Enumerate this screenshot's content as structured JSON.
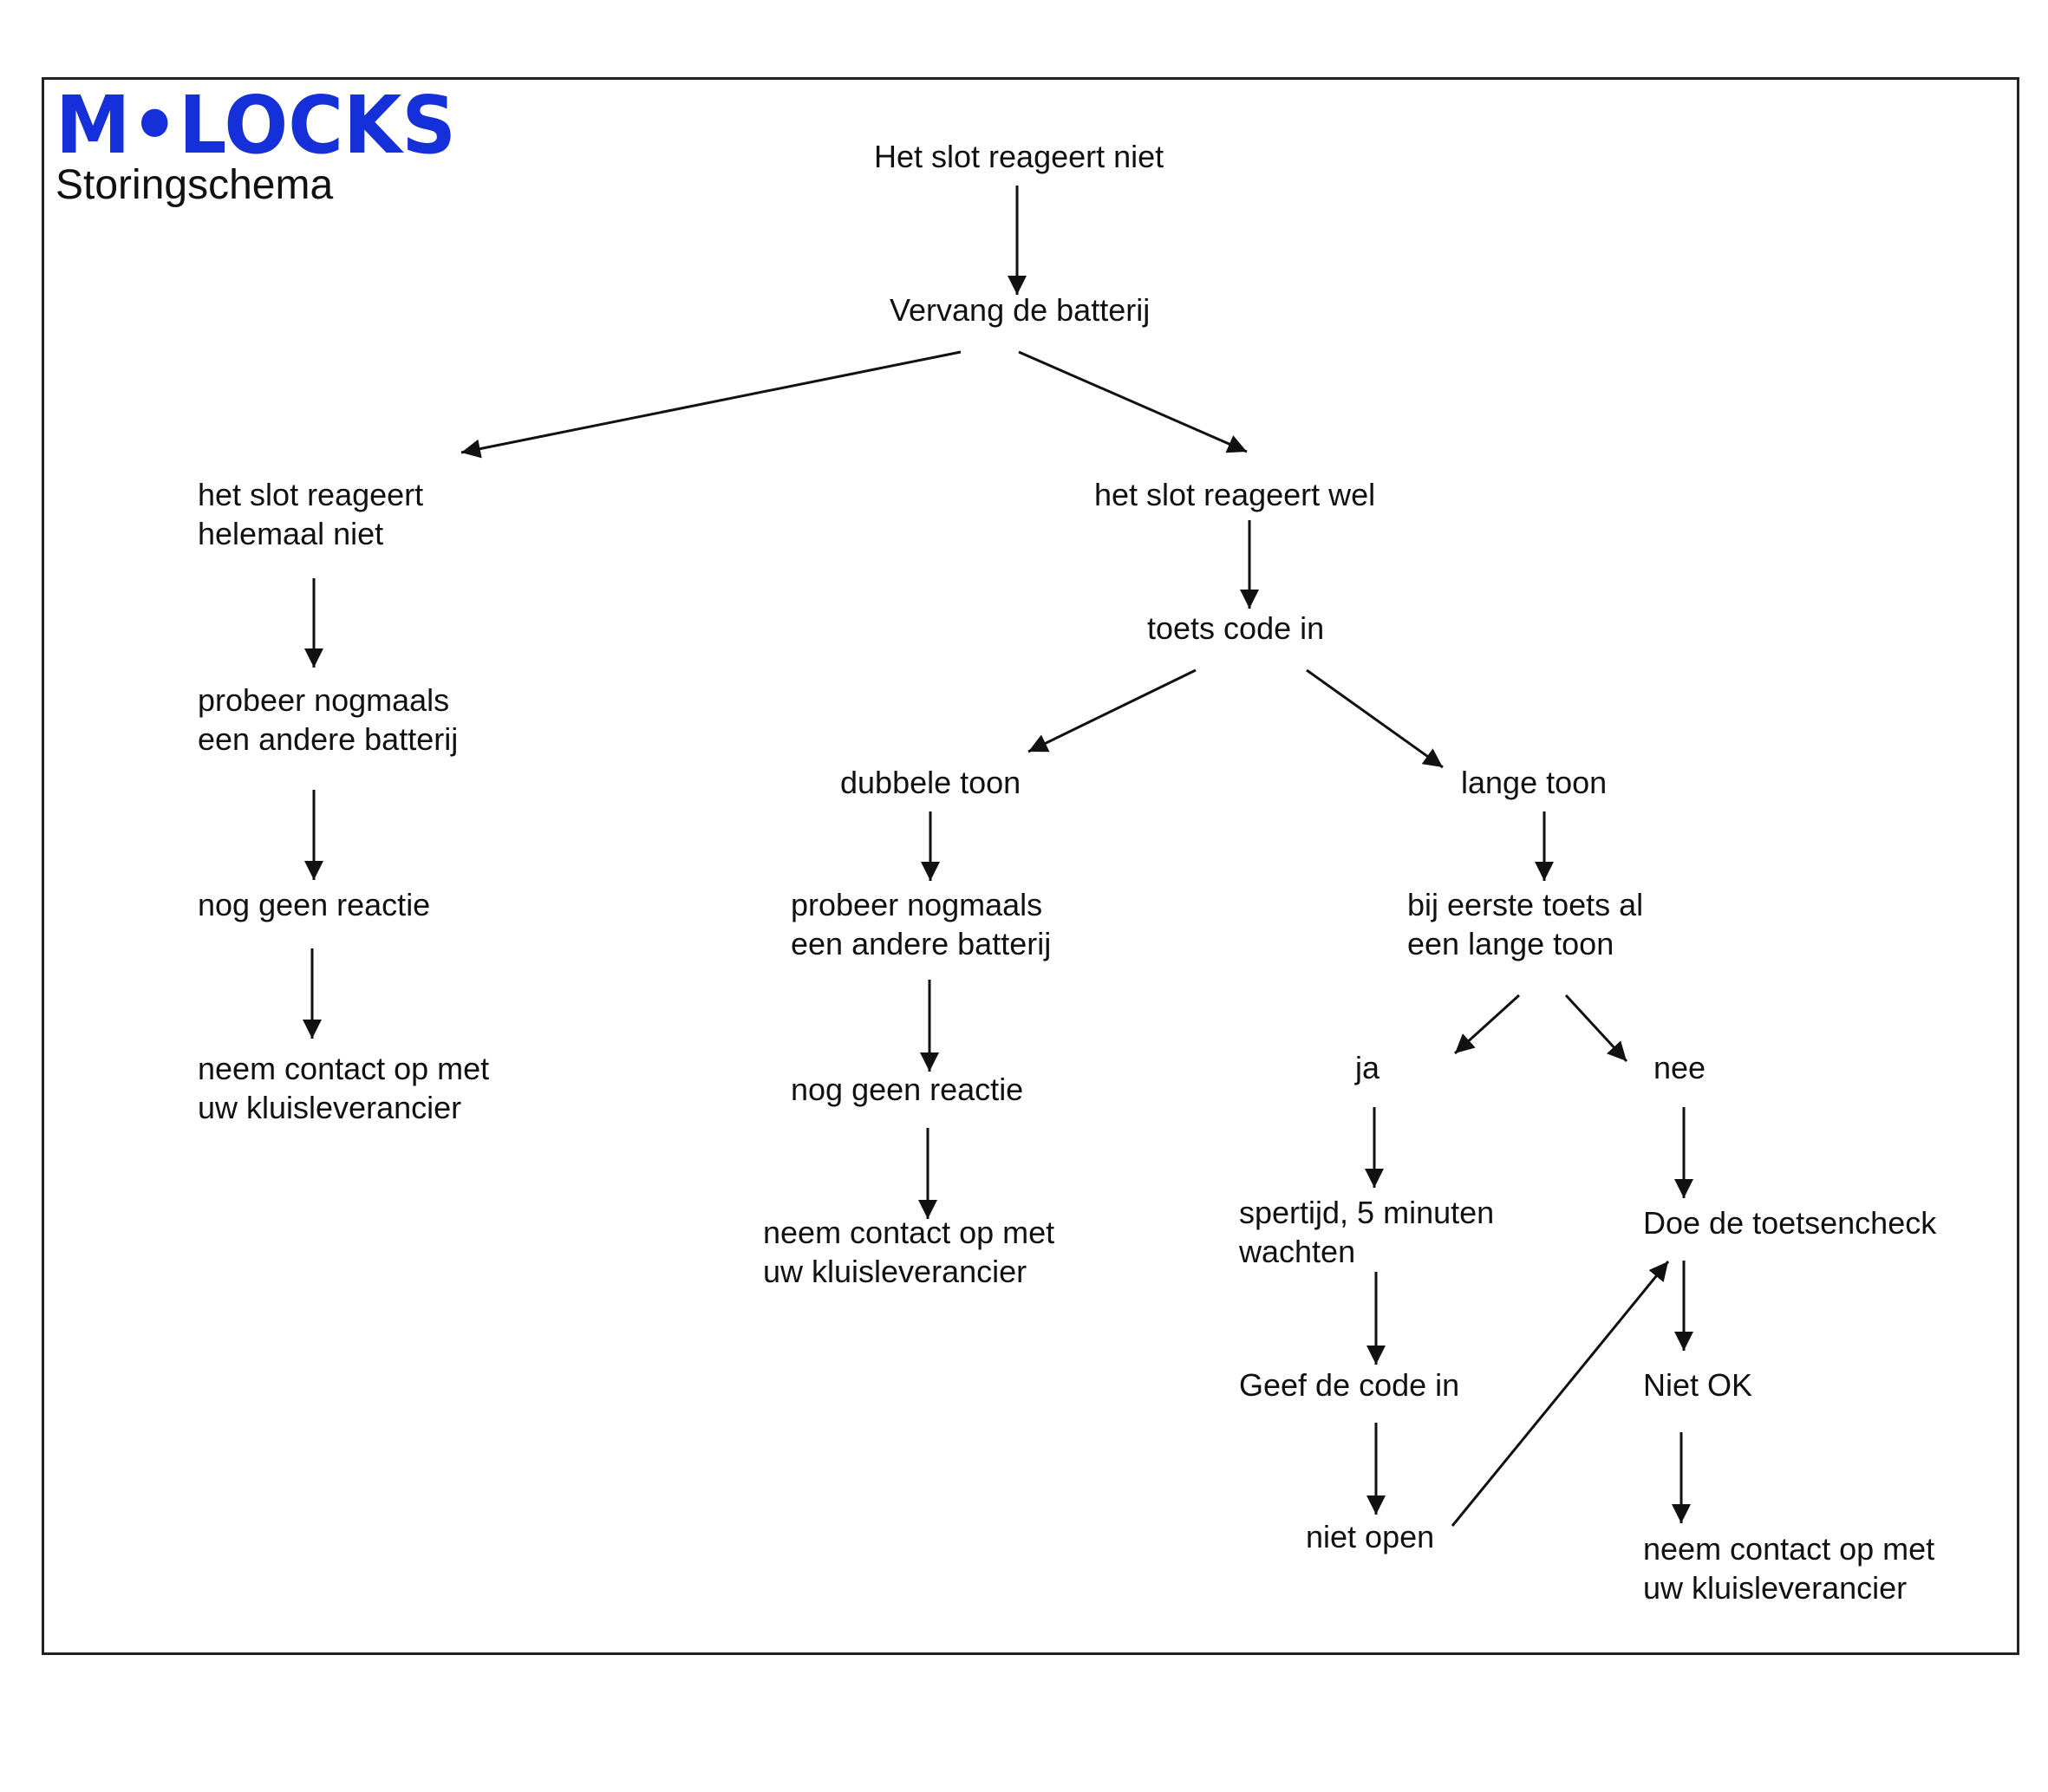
{
  "brand": {
    "logo_text": "M•LOCKS",
    "color": "#1530d8",
    "subtitle": "Storingschema"
  },
  "nodes": {
    "start": "Het slot reageert niet",
    "replace_battery": "Vervang de batterij",
    "no_response_at_all": "het slot reageert\nhelemaal niet",
    "does_respond": "het slot reageert wel",
    "left_try_again": "probeer nogmaals\neen andere batterij",
    "left_still_no_reaction": "nog geen reactie",
    "left_contact": "neem contact op met\nuw kluisleverancier",
    "enter_code": "toets code in",
    "double_tone": "dubbele toon",
    "long_tone": "lange toon",
    "mid_try_again": "probeer nogmaals\neen andere batterij",
    "mid_still_no_reaction": "nog geen reactie",
    "mid_contact": "neem contact op met\nuw kluisleverancier",
    "first_key_long": "bij eerste toets al\neen lange toon",
    "yes": "ja",
    "no": "nee",
    "lockout": "spertijd, 5 minuten\nwachten",
    "enter_code_again": "Geef de code in",
    "not_open": "niet open",
    "key_check": "Doe de toetsencheck",
    "not_ok": "Niet OK",
    "right_contact": "neem contact op met\nuw kluisleverancier"
  },
  "edges": [
    [
      "start",
      "replace_battery"
    ],
    [
      "replace_battery",
      "no_response_at_all"
    ],
    [
      "replace_battery",
      "does_respond"
    ],
    [
      "no_response_at_all",
      "left_try_again"
    ],
    [
      "left_try_again",
      "left_still_no_reaction"
    ],
    [
      "left_still_no_reaction",
      "left_contact"
    ],
    [
      "does_respond",
      "enter_code"
    ],
    [
      "enter_code",
      "double_tone"
    ],
    [
      "enter_code",
      "long_tone"
    ],
    [
      "double_tone",
      "mid_try_again"
    ],
    [
      "mid_try_again",
      "mid_still_no_reaction"
    ],
    [
      "mid_still_no_reaction",
      "mid_contact"
    ],
    [
      "long_tone",
      "first_key_long"
    ],
    [
      "first_key_long",
      "yes"
    ],
    [
      "first_key_long",
      "no"
    ],
    [
      "yes",
      "lockout"
    ],
    [
      "lockout",
      "enter_code_again"
    ],
    [
      "enter_code_again",
      "not_open"
    ],
    [
      "not_open",
      "key_check"
    ],
    [
      "no",
      "key_check"
    ],
    [
      "key_check",
      "not_ok"
    ],
    [
      "not_ok",
      "right_contact"
    ]
  ]
}
